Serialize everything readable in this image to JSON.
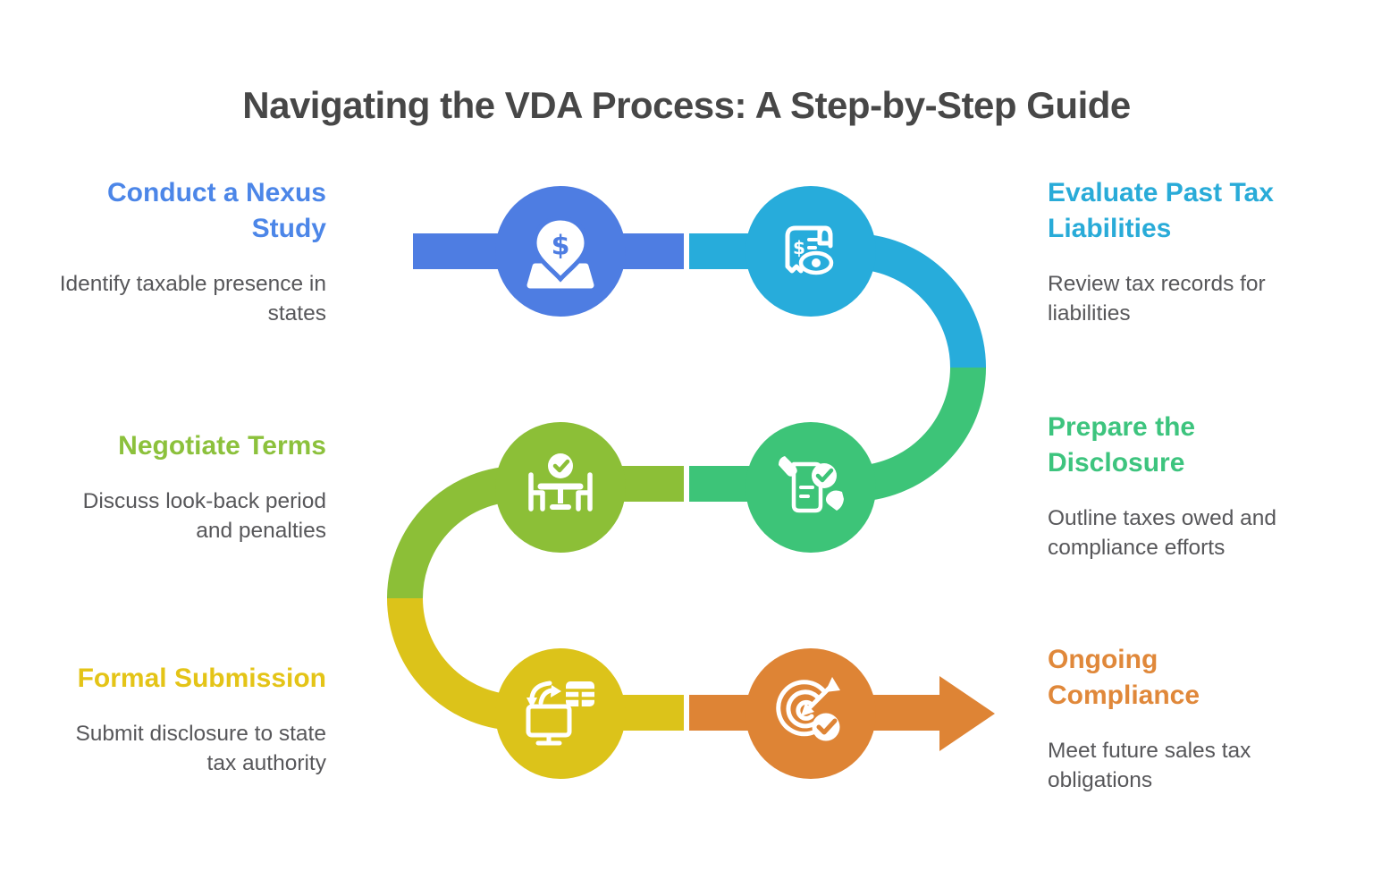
{
  "title": "Navigating the VDA Process: A Step-by-Step Guide",
  "colors": {
    "title_text": "#474747",
    "body_text": "#57575a",
    "background": "#ffffff"
  },
  "icon_glyphs": {
    "dollar": "$"
  },
  "steps": [
    {
      "id": 1,
      "name": "Conduct a Nexus Study",
      "description": "Identify taxable presence in states",
      "color": "#4e7de2",
      "heading_color": "#4c86e8",
      "icon": "dollar-location-pin",
      "side": "left"
    },
    {
      "id": 2,
      "name": "Evaluate Past Tax Liabilities",
      "description": "Review tax records for liabilities",
      "color": "#27acdb",
      "heading_color": "#29abd8",
      "icon": "tax-receipt-review",
      "side": "right"
    },
    {
      "id": 3,
      "name": "Prepare the Disclosure",
      "description": "Outline taxes owed and compliance efforts",
      "color": "#3dc478",
      "heading_color": "#3dc47e",
      "icon": "disclosure-document-hands",
      "side": "right"
    },
    {
      "id": 4,
      "name": "Negotiate Terms",
      "description": "Discuss look-back period and penalties",
      "color": "#8cbf37",
      "heading_color": "#8cc13c",
      "icon": "negotiation-table",
      "side": "left"
    },
    {
      "id": 5,
      "name": "Formal Submission",
      "description": "Submit disclosure to state tax authority",
      "color": "#dcc31a",
      "heading_color": "#e4c417",
      "icon": "data-transfer-monitor",
      "side": "left"
    },
    {
      "id": 6,
      "name": "Ongoing Compliance",
      "description": "Meet future sales tax obligations",
      "color": "#de8435",
      "heading_color": "#e0883a",
      "icon": "target-check",
      "side": "right"
    }
  ]
}
